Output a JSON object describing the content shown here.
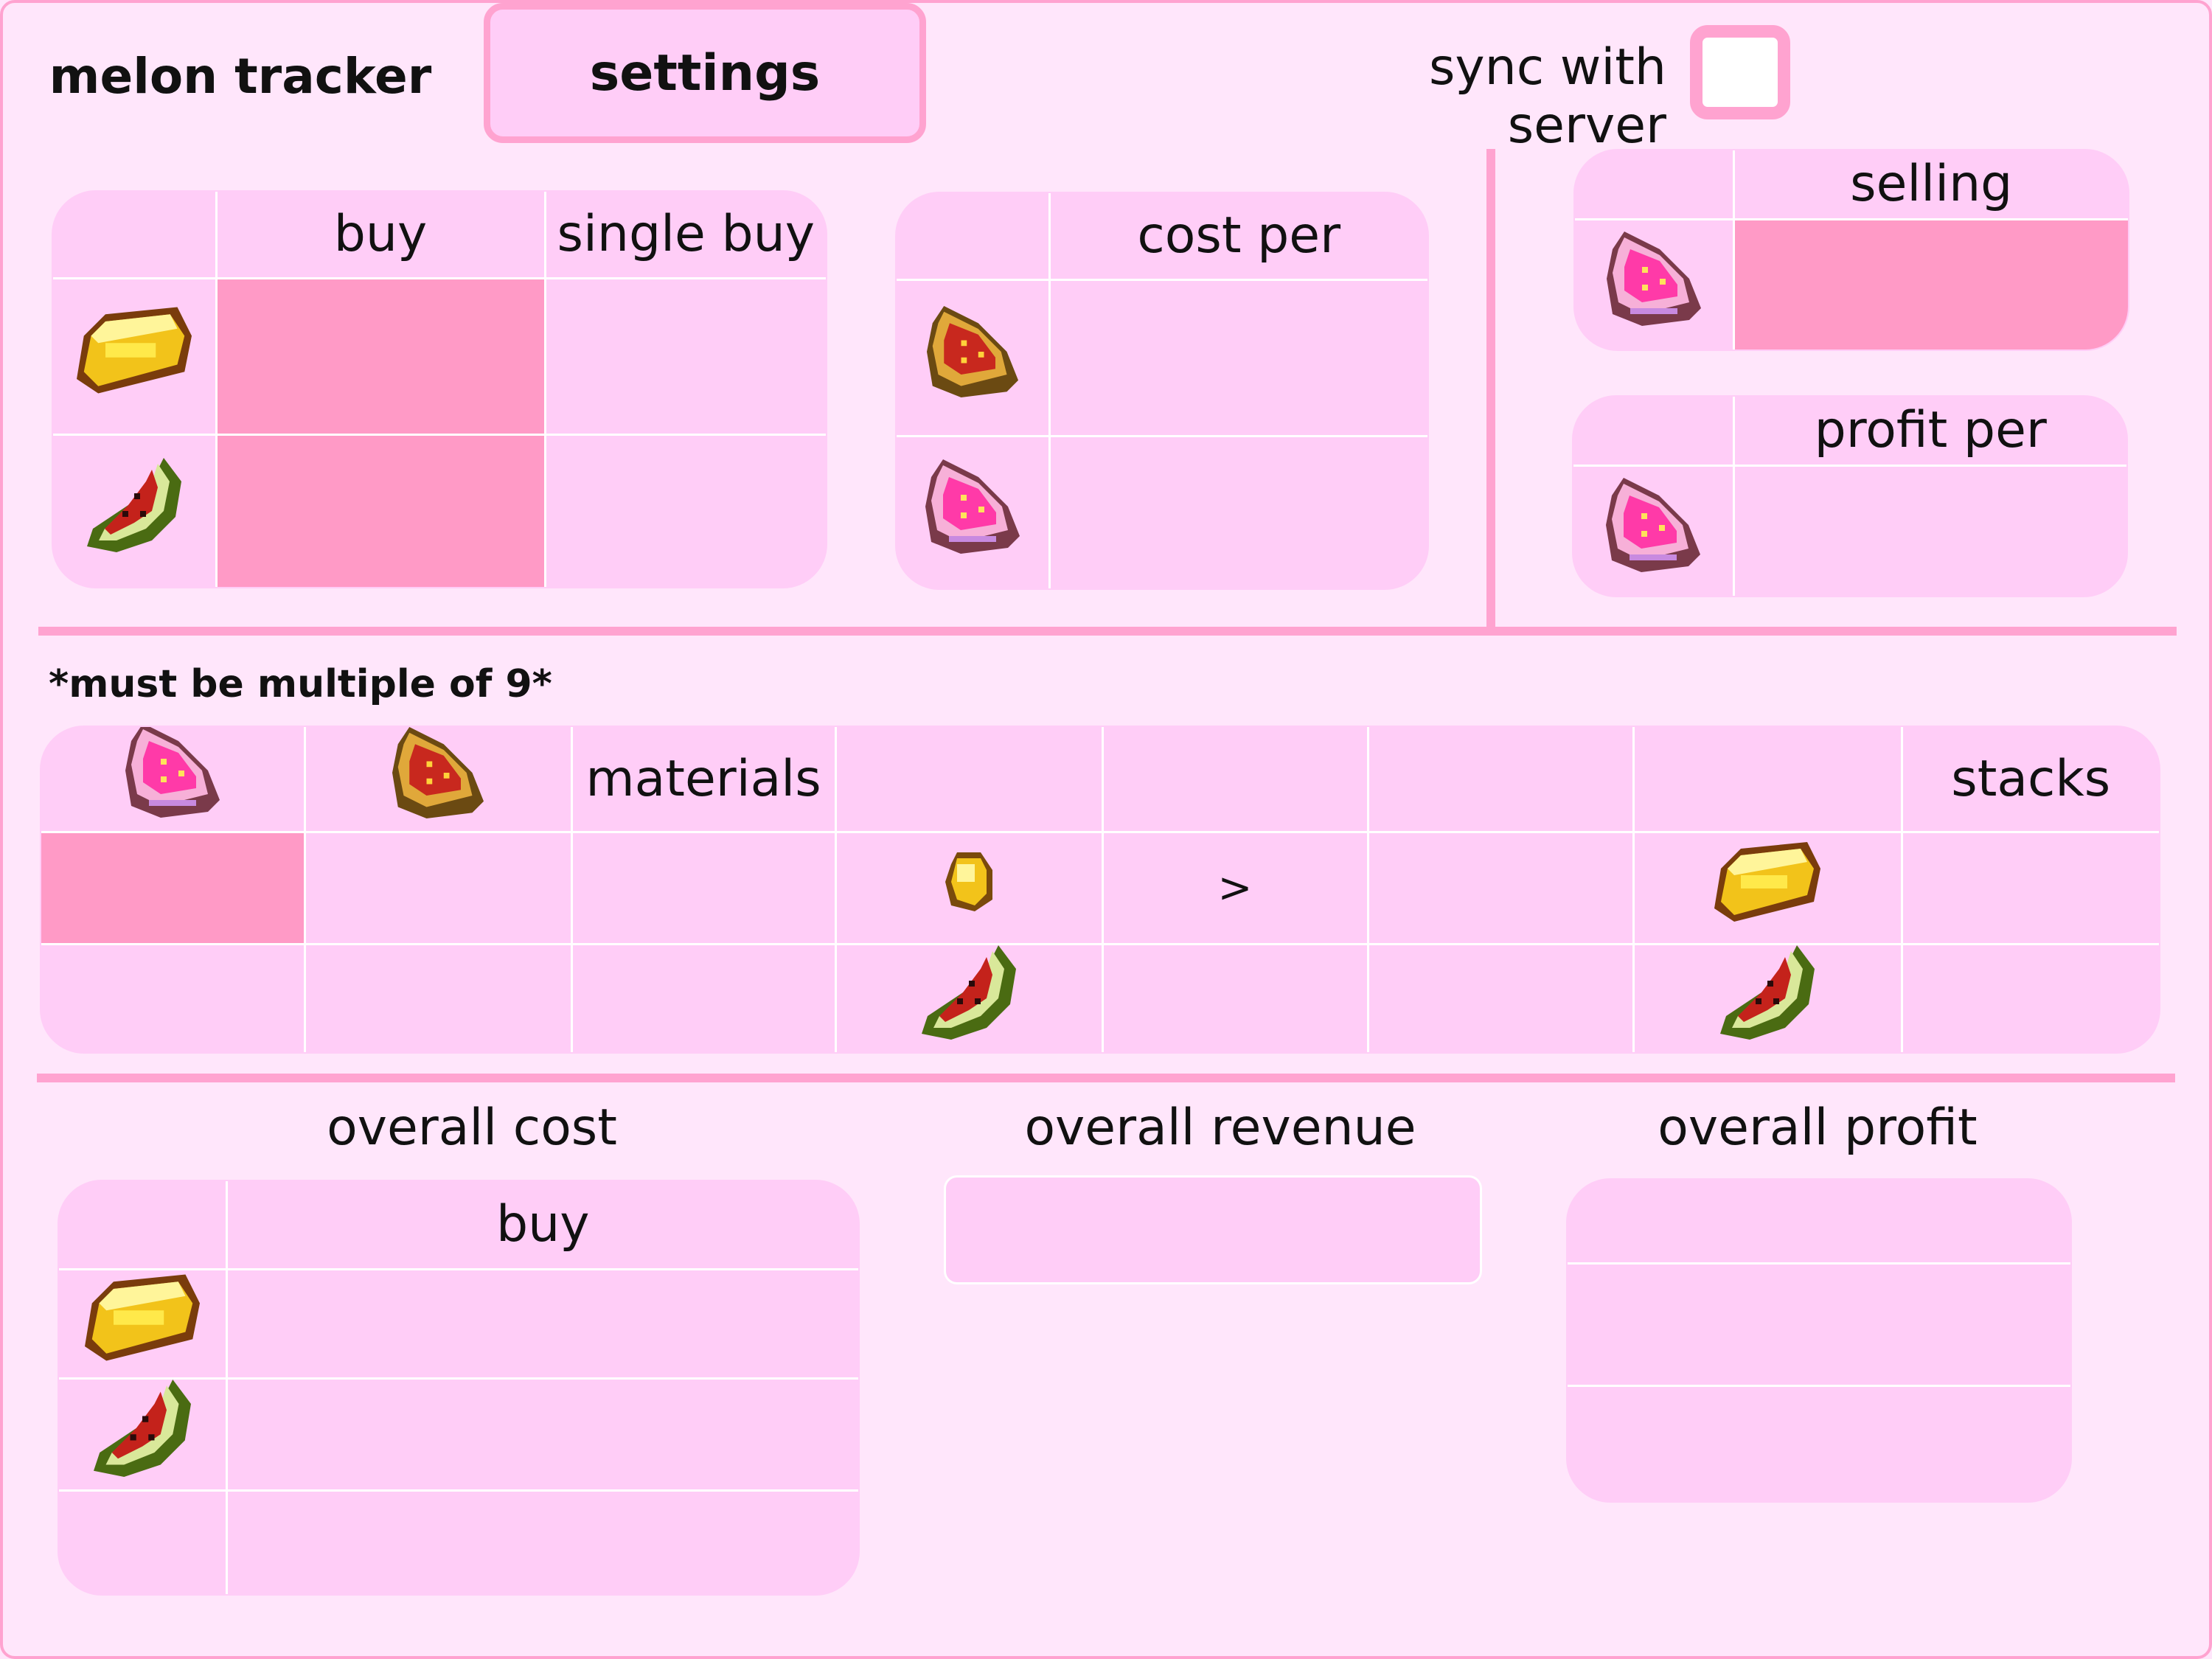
{
  "app": {
    "tabs": [
      {
        "label": "melon tracker",
        "active": true
      },
      {
        "label": "settings",
        "active": false
      }
    ],
    "sync_label": "sync with server",
    "sync_checked": false
  },
  "buy_table": {
    "headers": [
      "",
      "buy",
      "single buy"
    ],
    "rows": [
      {
        "icon": "gold-bar-icon",
        "buy": "",
        "single_buy": ""
      },
      {
        "icon": "melon-slice-icon",
        "buy": "",
        "single_buy": ""
      }
    ]
  },
  "cost_table": {
    "headers": [
      "",
      "cost per"
    ],
    "rows": [
      {
        "icon": "glistering-melon-icon",
        "value": ""
      },
      {
        "icon": "pink-melon-icon",
        "value": ""
      }
    ]
  },
  "selling_table": {
    "headers": [
      "",
      "selling"
    ],
    "rows": [
      {
        "icon": "pink-melon-icon",
        "value": ""
      }
    ]
  },
  "profit_table": {
    "headers": [
      "",
      "profit per"
    ],
    "rows": [
      {
        "icon": "pink-melon-icon",
        "value": ""
      }
    ]
  },
  "materials": {
    "note": "*must be multiple of 9*",
    "header_labels": {
      "materials": "materials",
      "stacks": "stacks"
    },
    "arrow": ">"
  },
  "overall": {
    "cost_label": "overall cost",
    "revenue_label": "overall revenue",
    "profit_label": "overall profit",
    "cost_table_header": "buy"
  },
  "colors": {
    "background": "#ffe6fb",
    "panel": "#ffcdf7",
    "accent": "#ffa3d0",
    "input_highlight": "#ff9ac6"
  }
}
